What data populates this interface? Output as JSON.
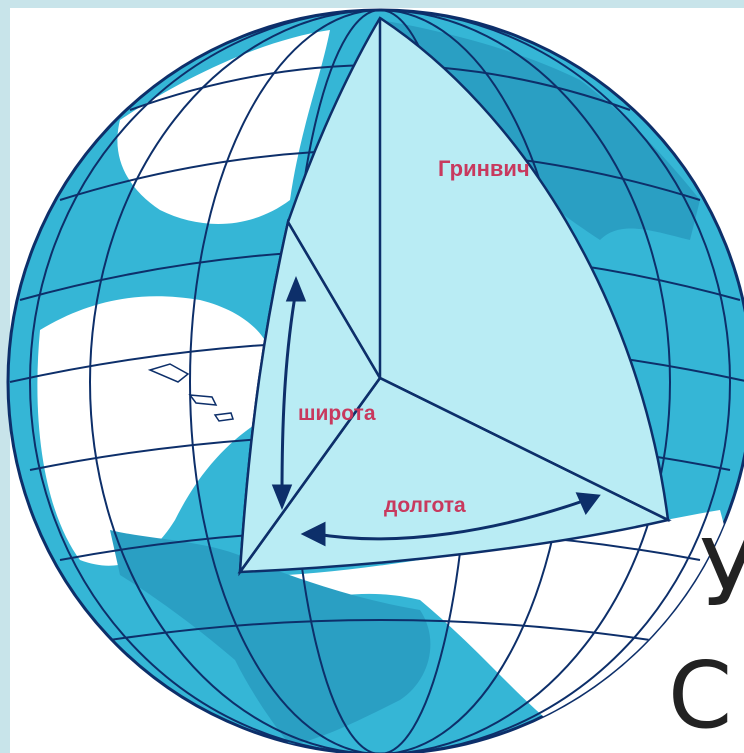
{
  "labels": {
    "greenwich": "Гринвич",
    "latitude": "широта",
    "longitude": "долгота"
  },
  "overlay": {
    "line1": "У",
    "line2": "С"
  },
  "colors": {
    "globe_fill": "#35b6d6",
    "globe_land": "#2a9fc3",
    "wedge_fill": "#b9ecf4",
    "grid_lines": "#0d2f6a",
    "label_color": "#c8395e",
    "frame_bg": "#c8e4ea"
  },
  "icons": [
    "latitude-arrow-icon",
    "longitude-arrow-icon"
  ]
}
